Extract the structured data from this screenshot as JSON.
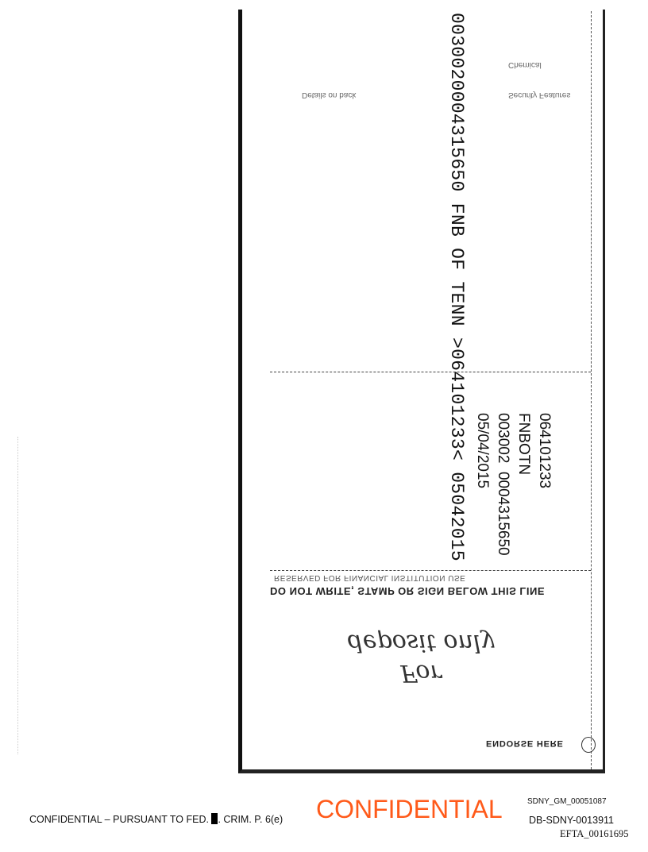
{
  "check_back": {
    "micr_line": "0030020004315650 FNB OF TENN >064101233< 05042015",
    "bank_stamp": {
      "routing": "064101233",
      "bank_code": "FNBOTN",
      "sequence": "003002  0004315650",
      "date": "05/04/2015"
    },
    "security_text": {
      "line1": "Security Features",
      "line2": "Chemical",
      "line3": "Details on back"
    },
    "warning": "DO NOT WRITE, STAMP OR SIGN BELOW THIS LINE",
    "reserved": "RESERVED FOR FINANCIAL INSTITUTION USE",
    "handwritten_line1": "For",
    "handwritten_line2": "deposit only",
    "endorse_label": "ENDORSE HERE"
  },
  "footer": {
    "confidential_notice_prefix": "CONFIDENTIAL – PURSUANT TO FED. ",
    "confidential_notice_suffix": ". CRIM. P. 6(e)",
    "confidential_stamp": "CONFIDENTIAL",
    "bates_gm": "SDNY_GM_00051087",
    "bates_db": "DB-SDNY-0013911",
    "bates_efta": "EFTA_00161695"
  }
}
